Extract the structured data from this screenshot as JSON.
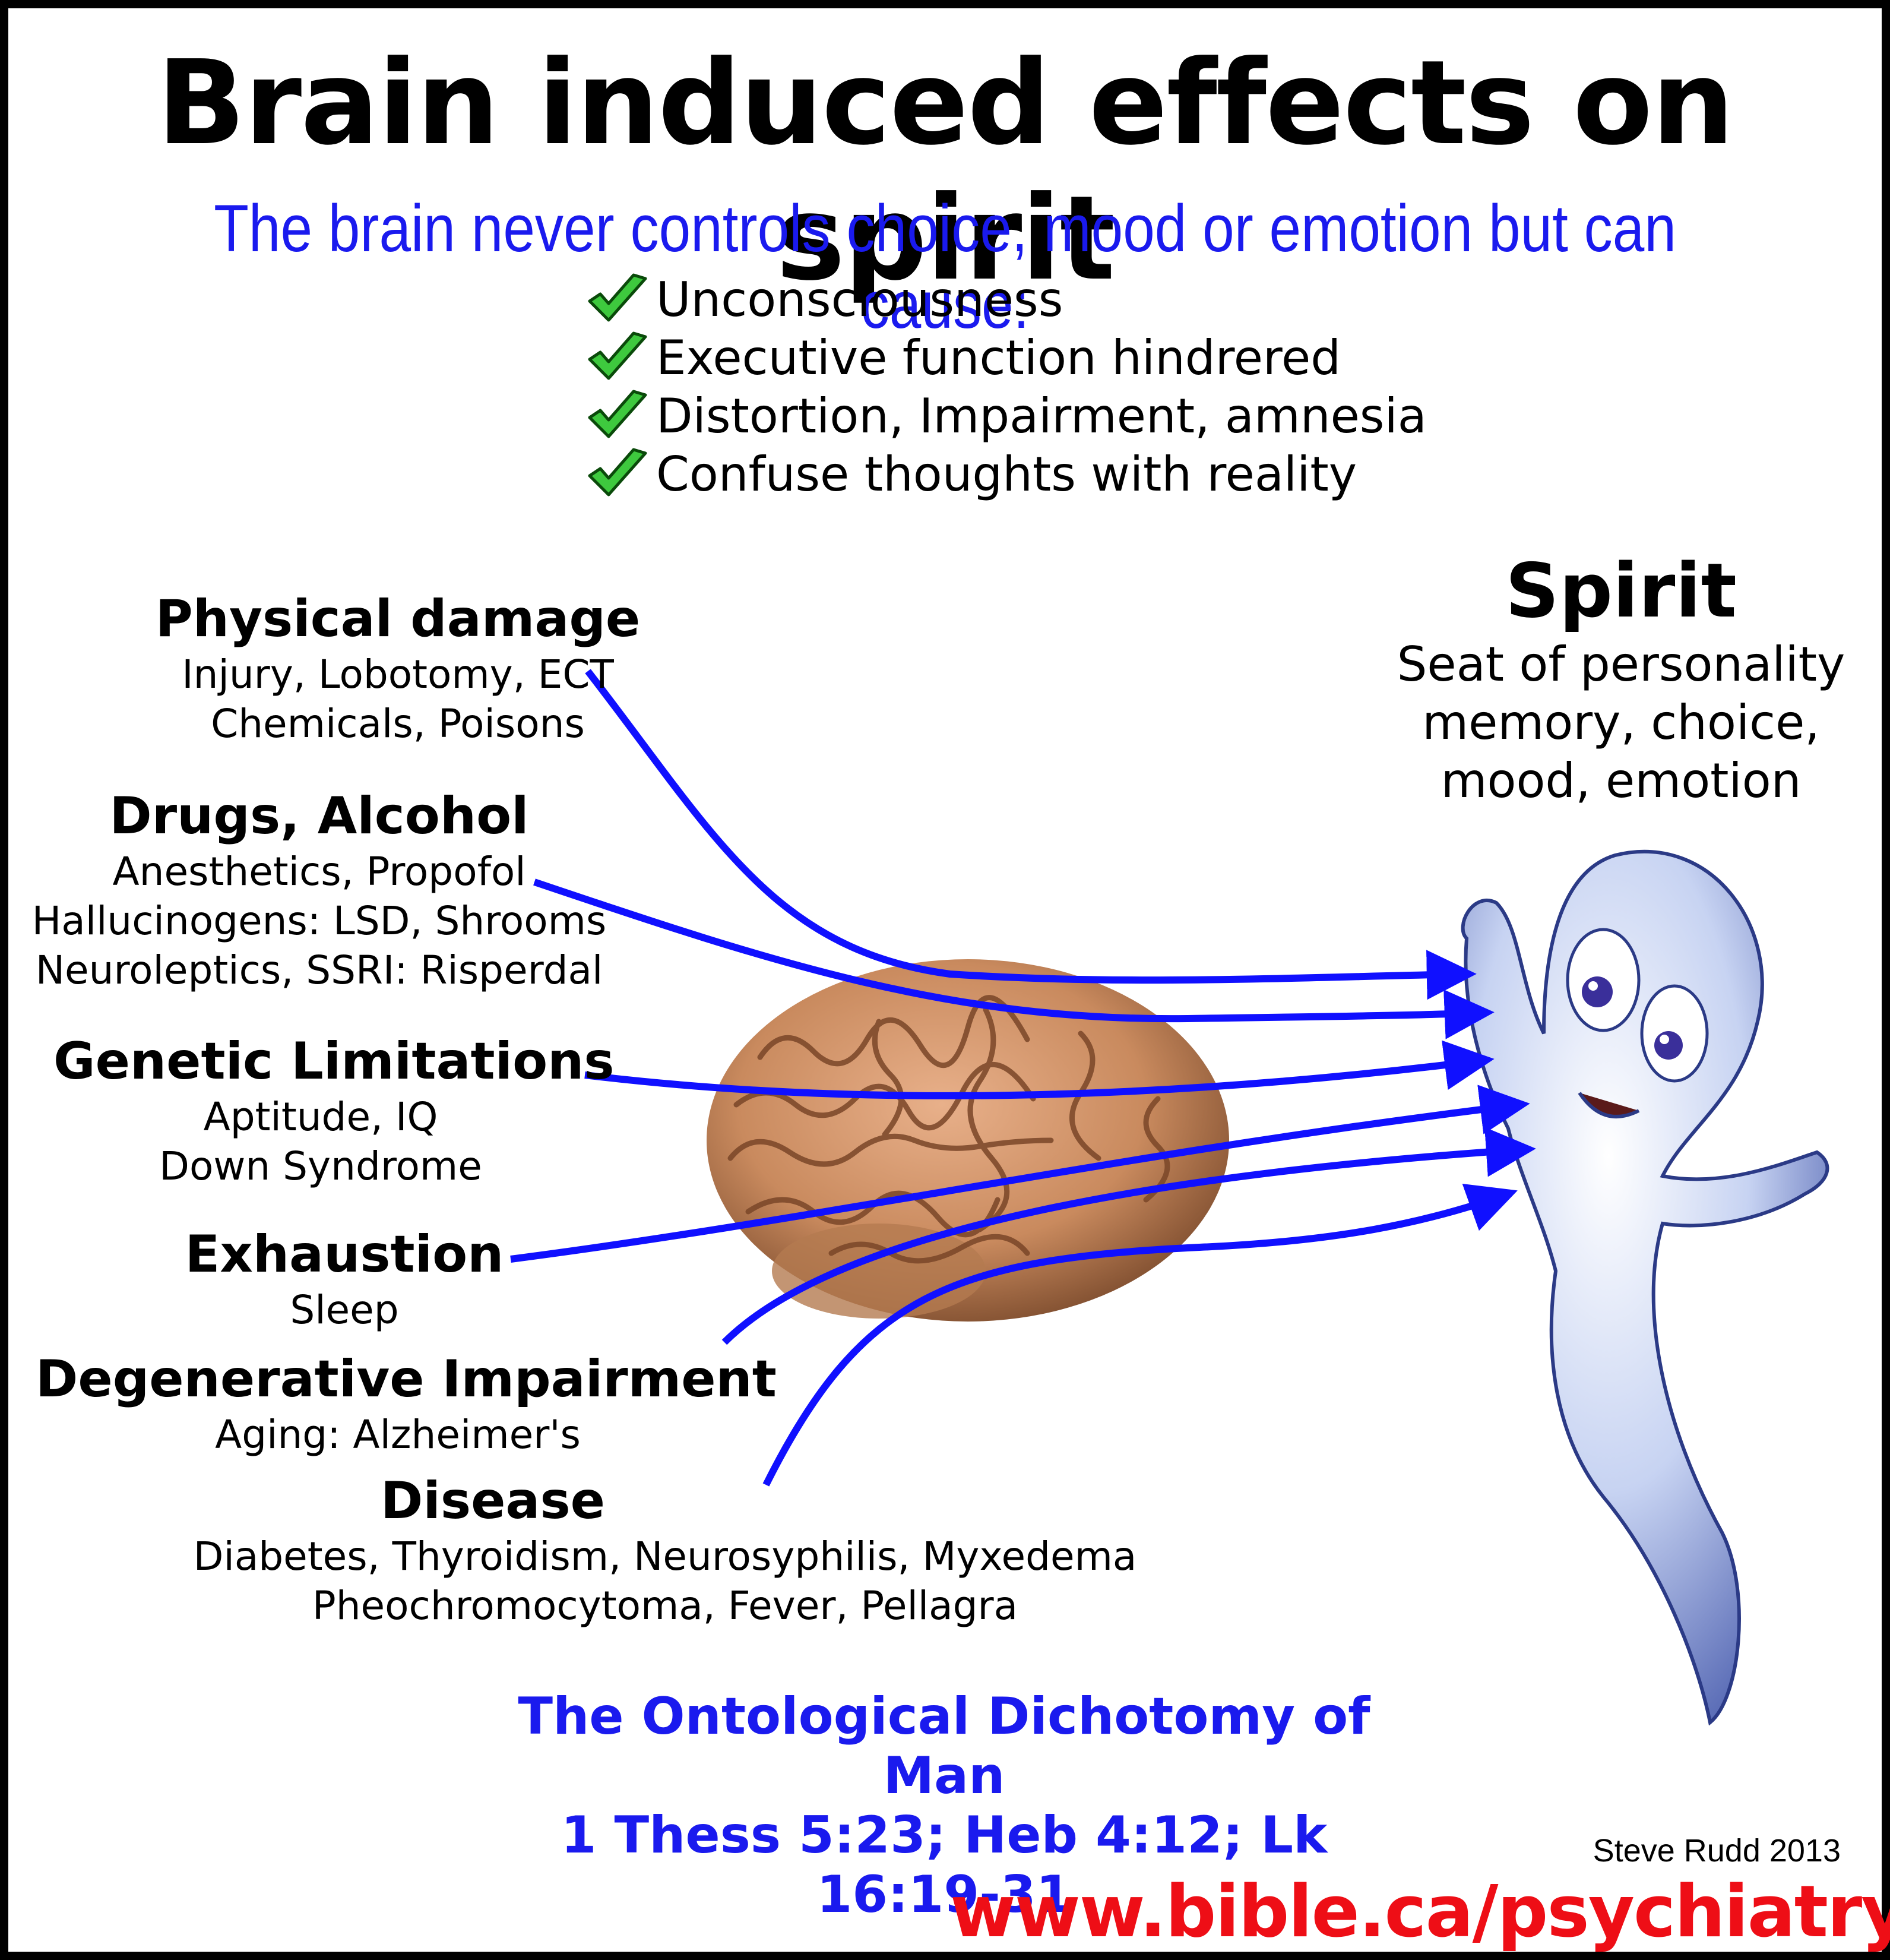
{
  "title": "Brain induced effects on spirit",
  "subtitle": "The brain never controls choice, mood or emotion but can cause:",
  "effects": [
    {
      "icon": "check-icon",
      "label": "Unconsciousness"
    },
    {
      "icon": "check-icon",
      "label": "Executive function hindrered"
    },
    {
      "icon": "check-icon",
      "label": "Distortion, Impairment, amnesia"
    },
    {
      "icon": "check-icon",
      "label": "Confuse thoughts with reality"
    }
  ],
  "causes": [
    {
      "heading": "Physical damage",
      "lines": [
        "Injury, Lobotomy, ECT",
        "Chemicals, Poisons"
      ]
    },
    {
      "heading": "Drugs, Alcohol",
      "lines": [
        "Anesthetics, Propofol",
        "Hallucinogens: LSD, Shrooms",
        "Neuroleptics, SSRI: Risperdal"
      ]
    },
    {
      "heading": "Genetic Limitations",
      "lines": [
        "Aptitude, IQ",
        "Down Syndrome"
      ]
    },
    {
      "heading": "Exhaustion",
      "lines": [
        "Sleep"
      ]
    },
    {
      "heading": "Degenerative Impairment",
      "lines": [
        "Aging: Alzheimer's"
      ]
    },
    {
      "heading": "Disease",
      "lines": [
        "Diabetes, Thyroidism, Neurosyphilis, Myxedema",
        "Pheochromocytoma, Fever, Pellagra"
      ]
    }
  ],
  "spirit": {
    "heading": "Spirit",
    "lines": [
      "Seat of personality",
      "memory, choice,",
      "mood, emotion"
    ]
  },
  "footer": {
    "line1": "The Ontological Dichotomy of Man",
    "line2": "1 Thess 5:23; Heb 4:12; Lk 16:19-31"
  },
  "credit": "Steve Rudd 2013",
  "url": "www.bible.ca/psychiatry",
  "colors": {
    "accent_blue": "#1a1aee",
    "arrow_blue": "#1010ff",
    "url_red": "#ee0e16",
    "check_green": "#3ec93e",
    "brain": "#c98a5e",
    "ghost": "#c7d3f2"
  }
}
